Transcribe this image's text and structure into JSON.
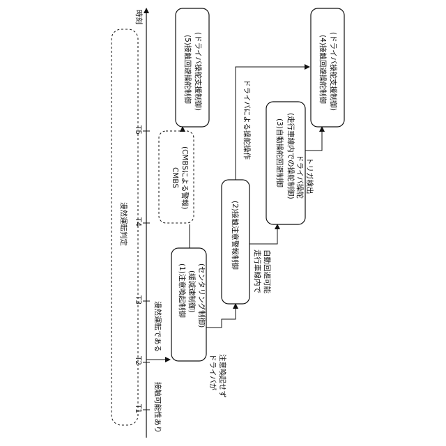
{
  "axis": {
    "time_label": "時刻",
    "ticks": [
      "T1",
      "T2",
      "T3",
      "T4",
      "T5"
    ],
    "contact_possibility": "接触可能性あり"
  },
  "judgment": {
    "label": "漫然運転判定"
  },
  "box1": {
    "line1": "(1)注意喚起制御",
    "line2": "(緩減速制御)",
    "line3": "(センタリング制御)"
  },
  "box2": {
    "line1": "(2)接触注意警報制御"
  },
  "box3": {
    "line1": "(3)自動操舵回避制御",
    "line2": "(走行車線内での操舵制御)"
  },
  "box4": {
    "line1": "(4)接触回避操舵制御",
    "line2": "(ドライバ操舵支援制御)"
  },
  "box5": {
    "line1": "(5)接触回避操舵制御",
    "line2": "(ドライバ操舵支援制御)"
  },
  "cmbs": {
    "line1": "CMBS",
    "line2": "(CMBSによる警報)"
  },
  "annotations": {
    "inattentive": "漫然運転である",
    "no_attention_1": "ドライバが",
    "no_attention_2": "注意喚起せず",
    "lane_avoid_1": "走行車線内で",
    "lane_avoid_2": "自動回避可能",
    "driver_operation": "ドライバによる操舵操作",
    "trigger_1": "ドライバ操舵",
    "trigger_2": "トリガ検出"
  }
}
